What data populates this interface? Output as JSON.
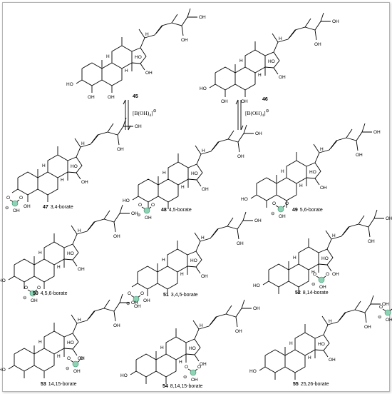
{
  "colors": {
    "boron": "#8fd3b4",
    "bond": "#000000",
    "frame": "#b5b5b5"
  },
  "reagent": {
    "text": "[B(OH)",
    "sub": "4",
    "sup": "]"
  },
  "atoms": {
    "OH": "OH",
    "HO": "HO",
    "H": "H",
    "O": "O",
    "B": "B",
    "minus": "⊖",
    "minusSup": "⊖"
  },
  "compounds": [
    {
      "num": "45",
      "label": ""
    },
    {
      "num": "46",
      "label": ""
    },
    {
      "num": "47",
      "label": "3,4-borate"
    },
    {
      "num": "48",
      "label": "4,5-borate"
    },
    {
      "num": "49",
      "label": "5,6-borate"
    },
    {
      "num": "50",
      "label": "4,5,6-borate"
    },
    {
      "num": "51",
      "label": "3,4,5-borate"
    },
    {
      "num": "52",
      "label": "8,14-borate"
    },
    {
      "num": "53",
      "label": "14,15-borate"
    },
    {
      "num": "54",
      "label": "8,14,15-borate"
    },
    {
      "num": "55",
      "label": "25,26-borate"
    }
  ]
}
